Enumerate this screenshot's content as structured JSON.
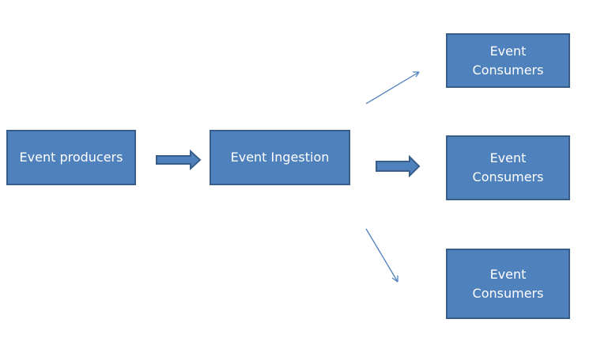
{
  "diagram": {
    "nodes": {
      "producers": {
        "label": "Event producers"
      },
      "ingestion": {
        "label": "Event Ingestion"
      },
      "consumers_1": {
        "label": "Event\nConsumers"
      },
      "consumers_2": {
        "label": "Event\nConsumers"
      },
      "consumers_3": {
        "label": "Event\nConsumers"
      }
    },
    "edges": [
      {
        "from": "producers",
        "to": "ingestion",
        "style": "block-arrow"
      },
      {
        "from": "ingestion",
        "to": "consumers_1",
        "style": "thin-arrow"
      },
      {
        "from": "ingestion",
        "to": "consumers_2",
        "style": "block-arrow"
      },
      {
        "from": "ingestion",
        "to": "consumers_3",
        "style": "thin-arrow"
      }
    ],
    "colors": {
      "box_fill": "#4F81BD",
      "box_border": "#385D8A",
      "text": "#FFFFFF"
    }
  }
}
